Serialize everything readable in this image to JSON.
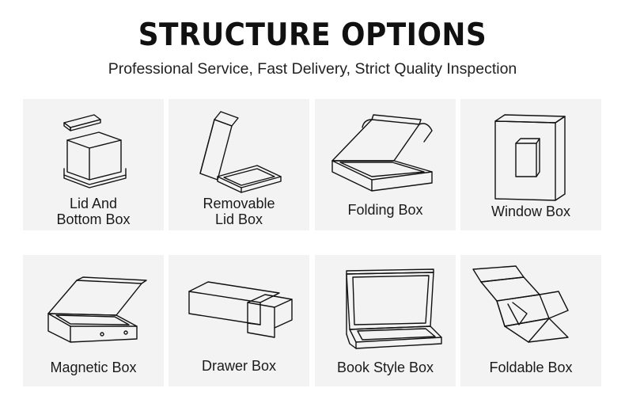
{
  "header": {
    "title": "STRUCTURE OPTIONS",
    "subtitle": "Professional Service, Fast Delivery, Strict Quality Inspection"
  },
  "options": [
    {
      "icon": "lid-and-bottom-box-icon",
      "label_line1": "Lid And",
      "label_line2": "Bottom Box"
    },
    {
      "icon": "removable-lid-box-icon",
      "label_line1": "Removable",
      "label_line2": "Lid Box"
    },
    {
      "icon": "folding-box-icon",
      "label_line1": "Folding Box",
      "label_line2": ""
    },
    {
      "icon": "window-box-icon",
      "label_line1": "Window Box",
      "label_line2": ""
    },
    {
      "icon": "magnetic-box-icon",
      "label_line1": "Magnetic Box",
      "label_line2": ""
    },
    {
      "icon": "drawer-box-icon",
      "label_line1": "Drawer Box",
      "label_line2": ""
    },
    {
      "icon": "book-style-box-icon",
      "label_line1": "Book Style Box",
      "label_line2": ""
    },
    {
      "icon": "foldable-box-icon",
      "label_line1": "Foldable Box",
      "label_line2": ""
    }
  ]
}
